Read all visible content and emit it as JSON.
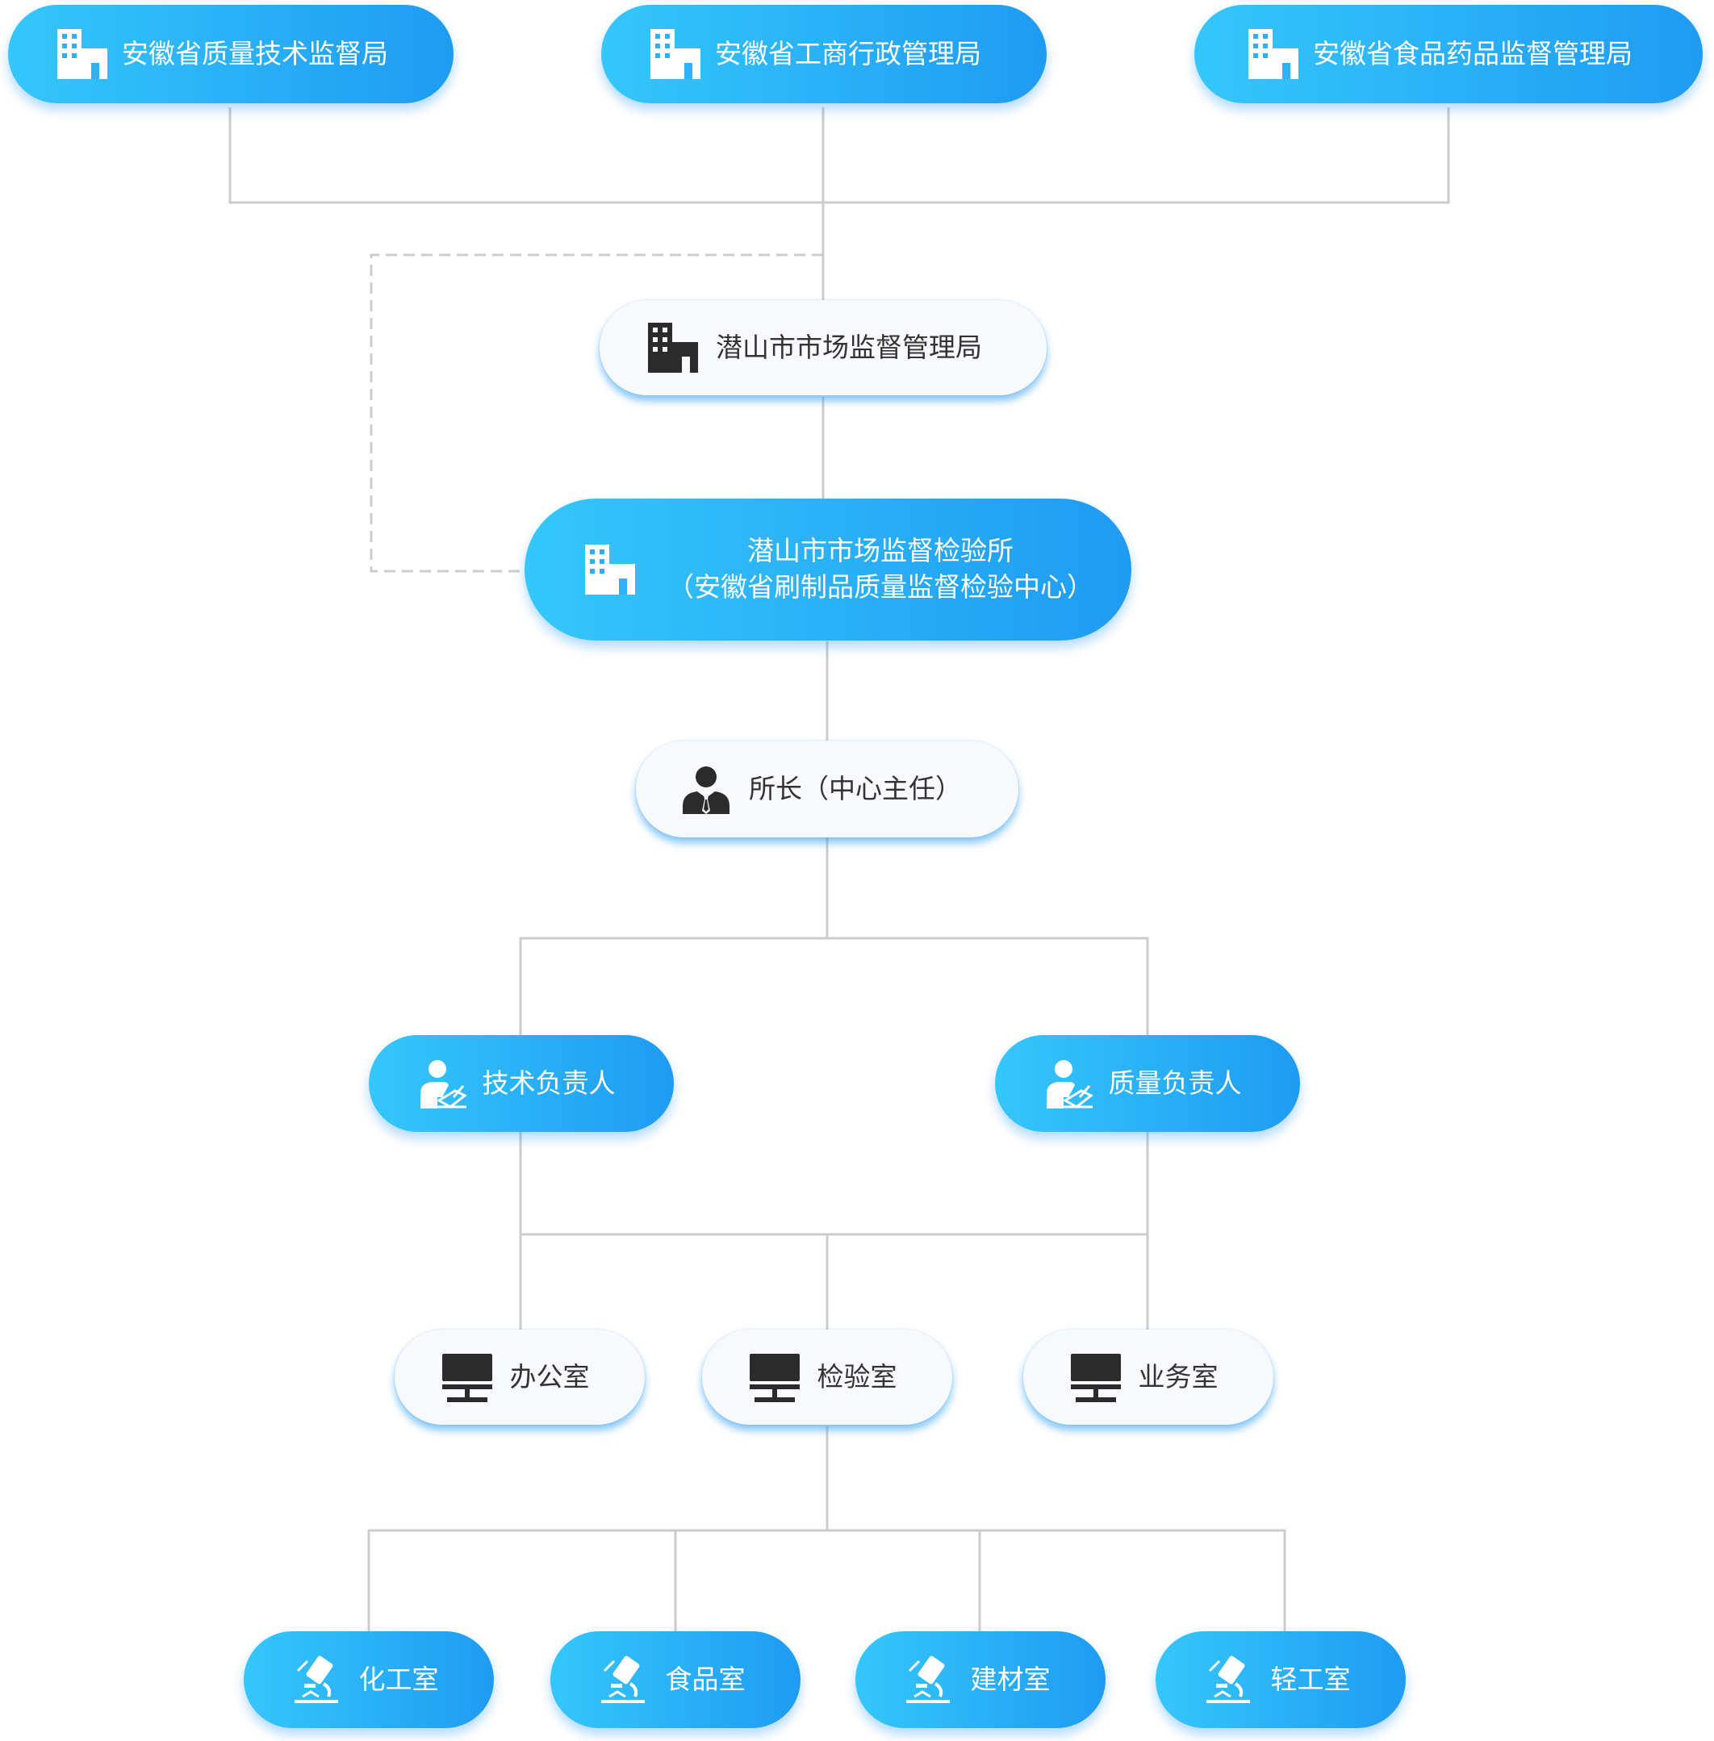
{
  "nodes": {
    "bureau_quality": {
      "label": "安徽省质量技术监督局",
      "icon": "building-icon"
    },
    "bureau_commerce": {
      "label": "安徽省工商行政管理局",
      "icon": "building-icon"
    },
    "bureau_food_drug": {
      "label": "安徽省食品药品监督管理局",
      "icon": "building-icon"
    },
    "city_bureau": {
      "label": "潜山市市场监督管理局",
      "icon": "building-icon"
    },
    "institute": {
      "line1": "潜山市市场监督检验所",
      "line2": "（安徽省刷制品质量监督检验中心）",
      "icon": "building-icon"
    },
    "director": {
      "label": "所长（中心主任）",
      "icon": "businessman-icon"
    },
    "tech_lead": {
      "label": "技术负责人",
      "icon": "person-writing-icon"
    },
    "quality_lead": {
      "label": "质量负责人",
      "icon": "person-writing-icon"
    },
    "office": {
      "label": "办公室",
      "icon": "desk-icon"
    },
    "inspection_room": {
      "label": "检验室",
      "icon": "desk-icon"
    },
    "business_room": {
      "label": "业务室",
      "icon": "desk-icon"
    },
    "chem_room": {
      "label": "化工室",
      "icon": "microscope-icon"
    },
    "food_room": {
      "label": "食品室",
      "icon": "microscope-icon"
    },
    "material_room": {
      "label": "建材室",
      "icon": "microscope-icon"
    },
    "light_room": {
      "label": "轻工室",
      "icon": "microscope-icon"
    }
  },
  "colors": {
    "gradient_start": "#35c7fb",
    "gradient_end": "#1f9bf2",
    "connector": "#cccccc",
    "icon_dark": "#2b2b2b",
    "text_dark": "#333333",
    "text_light": "#ffffff"
  }
}
